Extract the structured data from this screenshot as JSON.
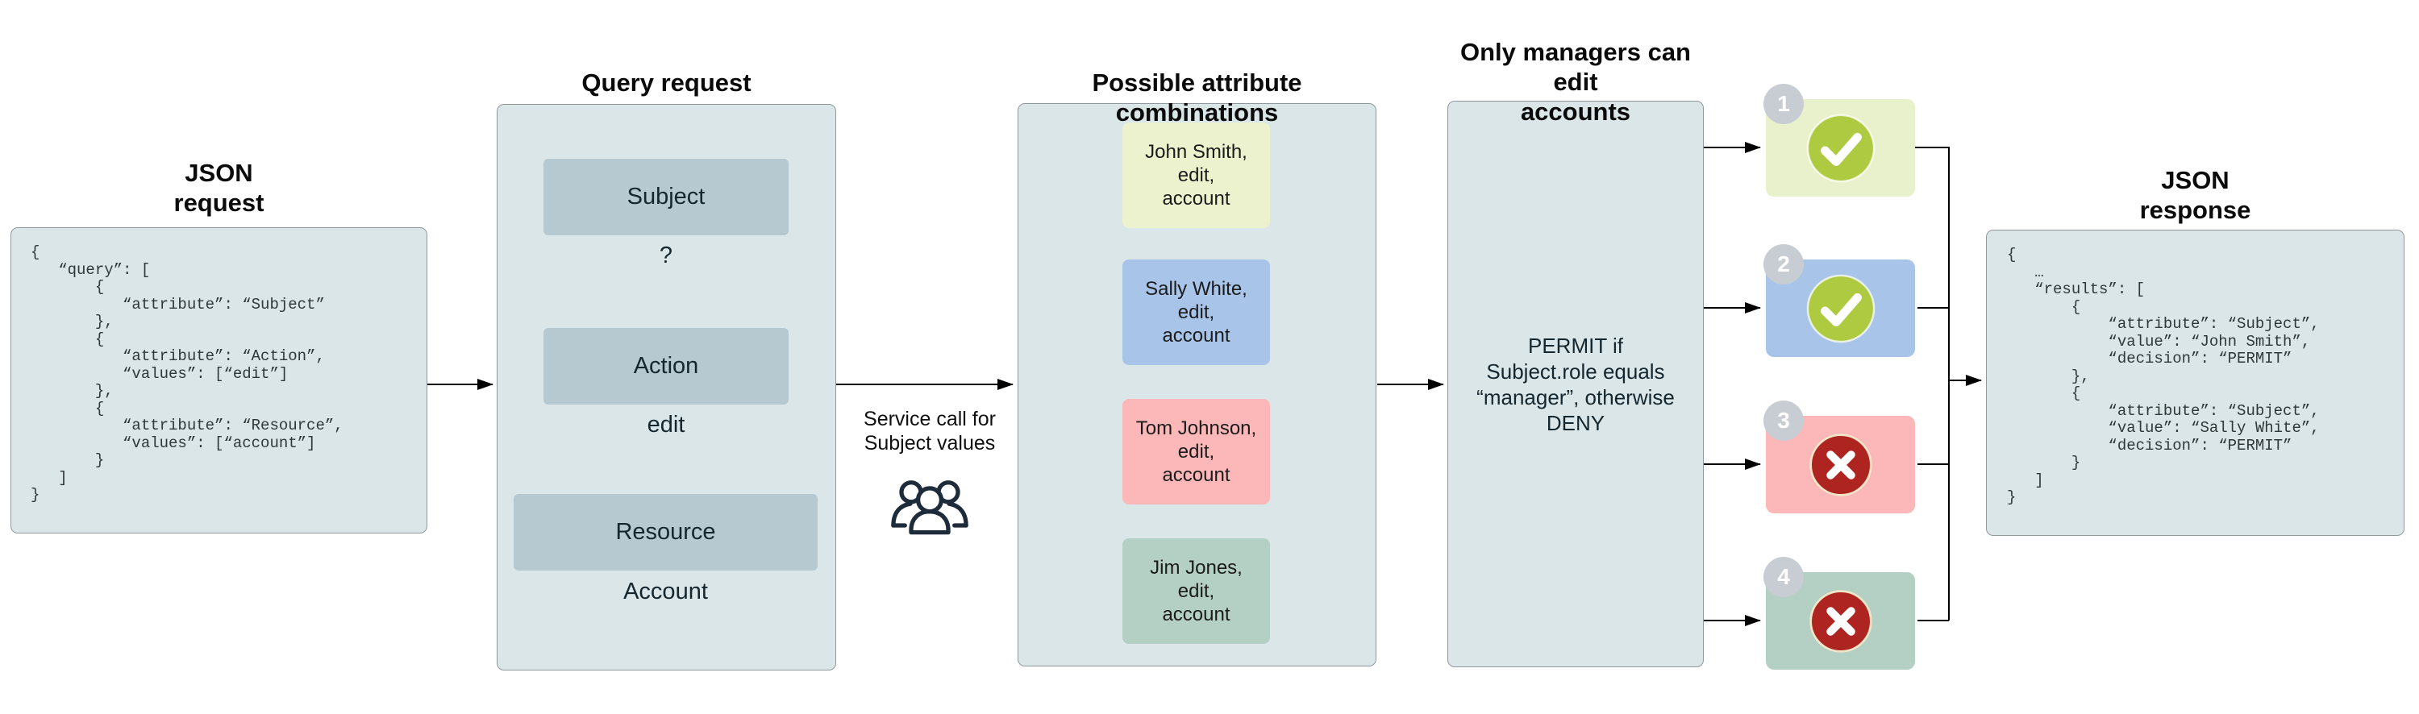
{
  "diagram": {
    "json_request": {
      "title": "JSON\nrequest",
      "code": "{\n   “query”: [\n       {\n          “attribute”: “Subject”\n       },\n       {\n          “attribute”: “Action”,\n          “values”: [“edit”]\n       },\n       {\n          “attribute”: “Resource”,\n          “values”: [“account”]\n       }\n   ]\n}"
    },
    "query_request": {
      "title": "Query request",
      "rows": [
        {
          "attribute": "Subject",
          "value": "?"
        },
        {
          "attribute": "Action",
          "value": "edit"
        },
        {
          "attribute": "Resource",
          "value": "Account"
        }
      ]
    },
    "service_call": {
      "label": "Service call for\nSubject values",
      "icon": "people-group-icon"
    },
    "combinations": {
      "title": "Possible attribute combinations",
      "items": [
        {
          "lines": "John Smith,\nedit,\naccount",
          "color": "#edf2ce"
        },
        {
          "lines": "Sally White,\nedit,\naccount",
          "color": "#a9c4e9"
        },
        {
          "lines": "Tom Johnson,\nedit,\naccount",
          "color": "#fcb8b8"
        },
        {
          "lines": "Jim Jones,\nedit,\naccount",
          "color": "#b4cfc3"
        }
      ]
    },
    "policy": {
      "title": "Only managers can edit\naccounts",
      "rule": "PERMIT if\nSubject.role equals\n“manager”, otherwise\nDENY"
    },
    "results": [
      {
        "number": "1",
        "decision": "permit",
        "icon": "check-icon",
        "color": "#e9f1cc"
      },
      {
        "number": "2",
        "decision": "permit",
        "icon": "check-icon",
        "color": "#a9c4e9"
      },
      {
        "number": "3",
        "decision": "deny",
        "icon": "cross-icon",
        "color": "#fcb8b8"
      },
      {
        "number": "4",
        "decision": "deny",
        "icon": "cross-icon",
        "color": "#b4cfc3"
      }
    ],
    "json_response": {
      "title": "JSON\nresponse",
      "code": "{\n   …\n   “results”: [\n       {\n           “attribute”: “Subject”,\n           “value”: “John Smith”,\n           “decision”: “PERMIT”\n       },\n       {\n           “attribute”: “Subject”,\n           “value”: “Sally White”,\n           “decision”: “PERMIT”\n       }\n   ]\n}"
    },
    "colors": {
      "panel_fill": "#dbe6e8",
      "panel_border": "#8f999b",
      "query_row_fill": "#b6c8d0",
      "check_green": "#aeca40",
      "cross_red": "#ad2420",
      "cross_ring": "#f2e6c9",
      "badge_gray": "#c7cdd3",
      "icon_navy": "#1d2b3a",
      "line_black": "#000000"
    }
  }
}
